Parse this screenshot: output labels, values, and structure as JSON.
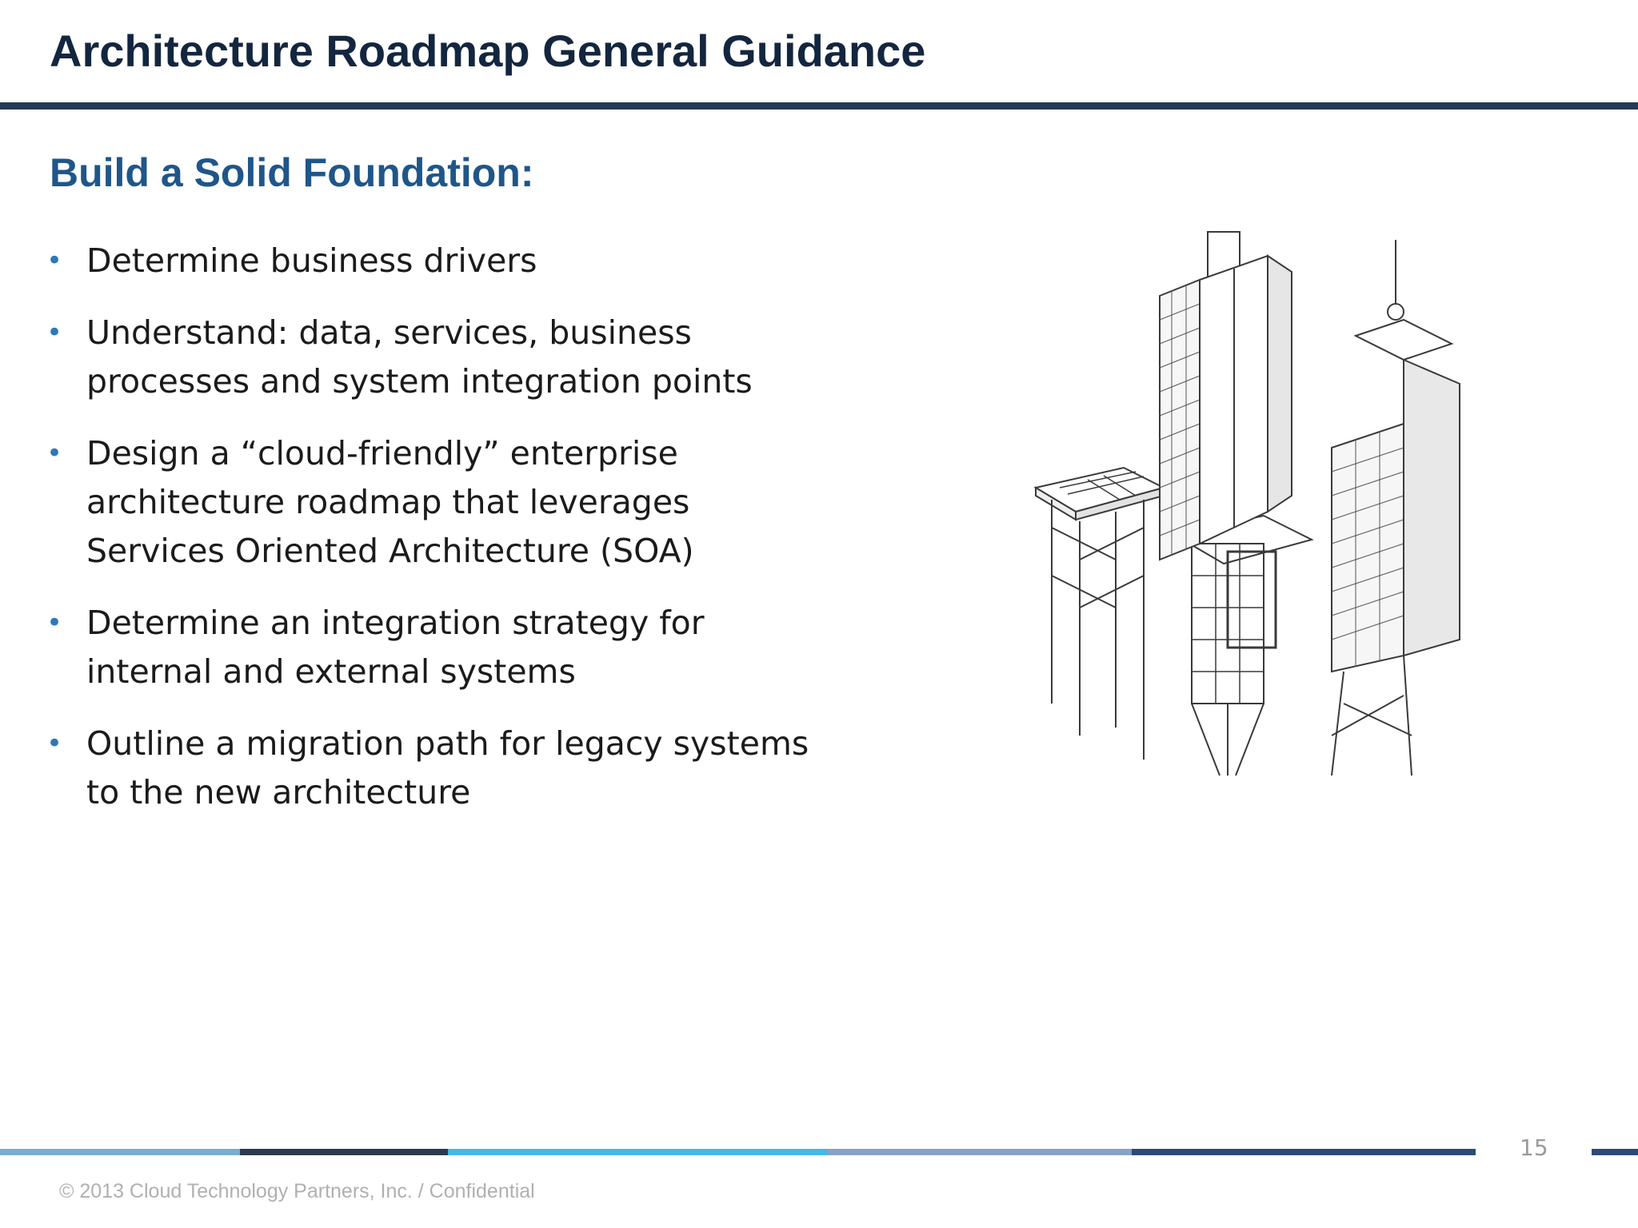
{
  "slide": {
    "title": "Architecture Roadmap General Guidance",
    "subtitle": "Build a Solid Foundation:",
    "bullets": [
      "Determine business drivers",
      "Understand: data, services, business processes and system integration points",
      "Design a “cloud-friendly” enterprise architecture roadmap that leverages Services Oriented Architecture (SOA)",
      "Determine an integration strategy for internal and external systems",
      "Outline a migration path for legacy systems to the new architecture"
    ],
    "illustration_icon": "building-structure-sketch-icon"
  },
  "footer": {
    "page_number": "15",
    "copyright": "© 2013 Cloud Technology Partners, Inc.  /  Confidential"
  },
  "colors": {
    "title": "#14263f",
    "title_rule": "#243a54",
    "subtitle": "#1f5689",
    "bullet": "#2c79b9",
    "footer_text": "#b0b0b0"
  }
}
